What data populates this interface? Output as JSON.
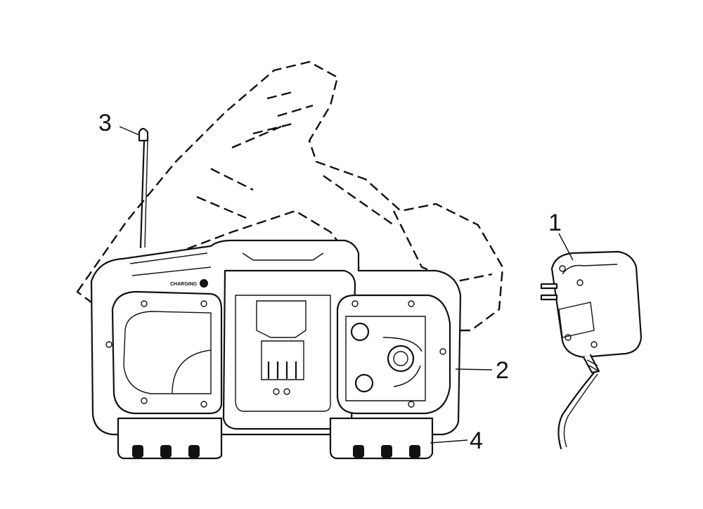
{
  "callouts": [
    {
      "id": "1",
      "text": "1"
    },
    {
      "id": "2",
      "text": "2"
    },
    {
      "id": "3",
      "text": "3"
    },
    {
      "id": "4",
      "text": "4"
    }
  ],
  "panel": {
    "charging_label": "CHARGING"
  }
}
